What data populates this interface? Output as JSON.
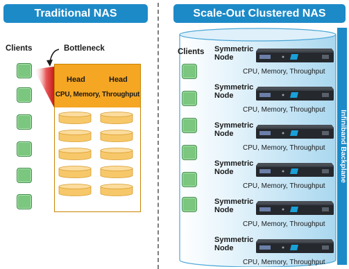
{
  "left": {
    "banner": "Traditional NAS",
    "clients_label": "Clients",
    "bottleneck_label": "Bottleneck",
    "head_left": "Head",
    "head_right": "Head",
    "head_sub": "CPU, Memory, Throughput",
    "client_count": 6,
    "disk_rows": 5,
    "disk_cols": 2
  },
  "right": {
    "banner": "Scale-Out Clustered NAS",
    "clients_label": "Clients",
    "backplane_label": "Infiniband Backplane",
    "client_count": 6,
    "nodes": [
      {
        "line1": "Symmetric",
        "line2": "Node",
        "sub": "CPU, Memory, Throughput"
      },
      {
        "line1": "Symmetric",
        "line2": "Node",
        "sub": "CPU, Memory, Throughput"
      },
      {
        "line1": "Symmetric",
        "line2": "Node",
        "sub": "CPU, Memory, Throughput"
      },
      {
        "line1": "Symmetric",
        "line2": "Node",
        "sub": "CPU, Memory, Throughput"
      },
      {
        "line1": "Symmetric",
        "line2": "Node",
        "sub": "CPU, Memory, Throughput"
      },
      {
        "line1": "Symmetric",
        "line2": "Node",
        "sub": "CPU, Memory, Throughput"
      }
    ]
  },
  "colors": {
    "banner": "#1d8ac8",
    "client": "#7cc77f",
    "head": "#f5a623",
    "disk": "#f7c86a",
    "cylinder": "#cfe9f7",
    "bottleneck_arrow": "#d22222"
  }
}
